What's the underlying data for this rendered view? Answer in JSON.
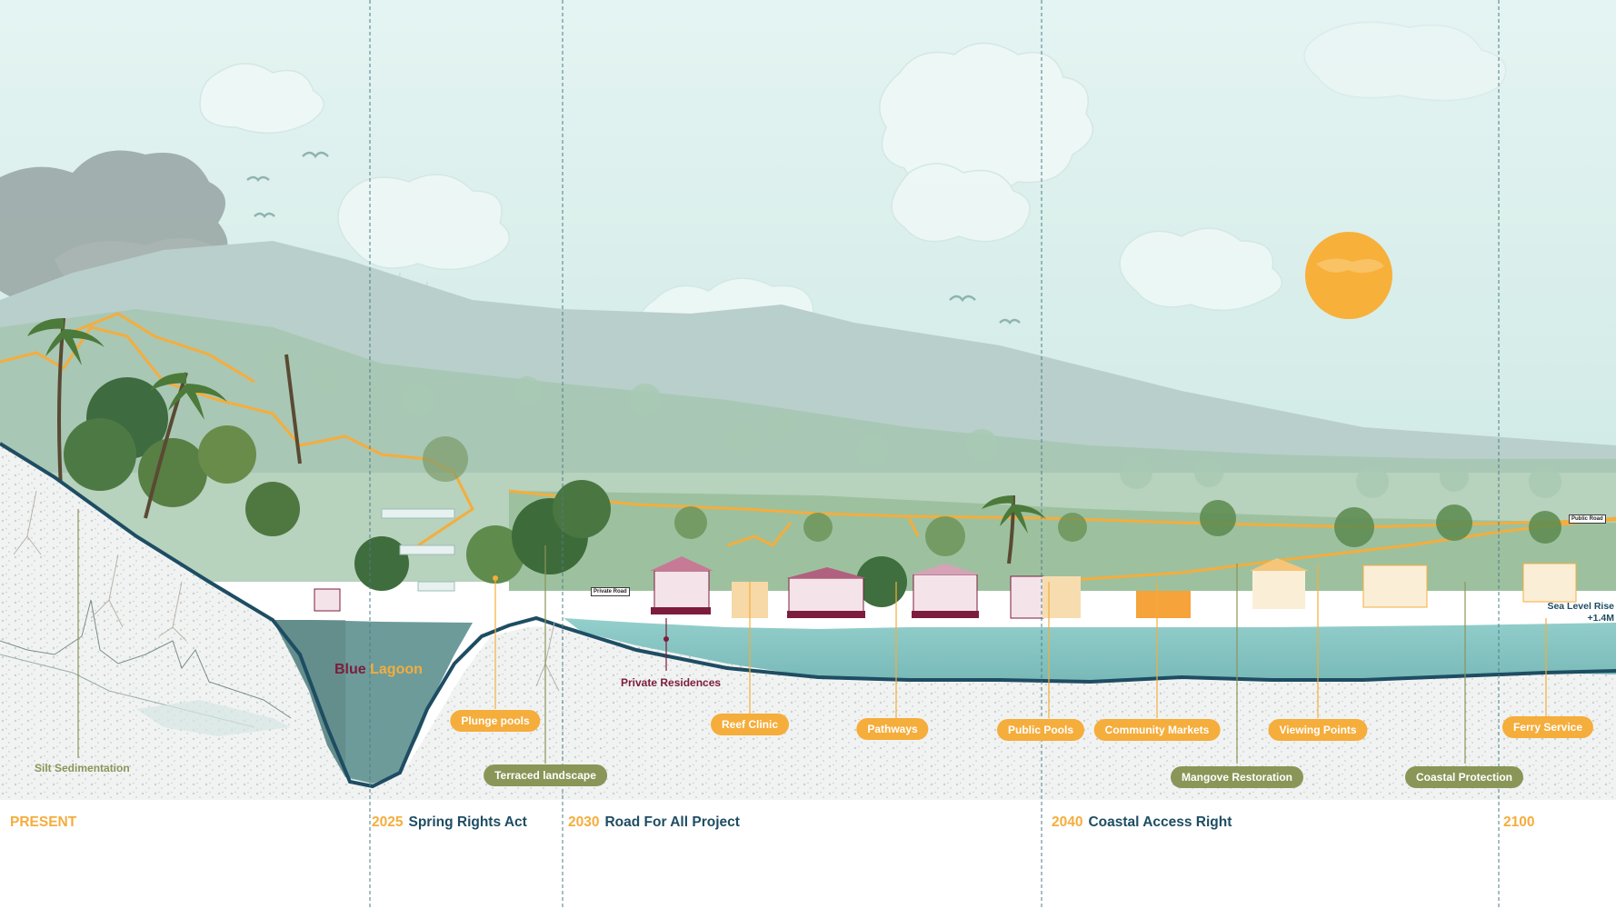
{
  "colors": {
    "orange": "#f5ad3c",
    "navy": "#1e4d63",
    "olive": "#8a9558",
    "maroon": "#7d1c3c",
    "water": "#8ccac8",
    "sky": "#e3f3f1"
  },
  "lagoon": {
    "word1": "Blue",
    "word2": "Lagoon"
  },
  "signs": {
    "private_road": "Private Road",
    "public_road": "Public Road"
  },
  "labels": {
    "silt": "Silt Sedimentation",
    "plunge": "Plunge pools",
    "terraced": "Terraced landscape",
    "private_residences": "Private Residences",
    "reef": "Reef Clinic",
    "pathways": "Pathways",
    "public_pools": "Public Pools",
    "markets": "Community Markets",
    "mangrove": "Mangove Restoration",
    "viewing": "Viewing Points",
    "coastal": "Coastal Protection",
    "ferry": "Ferry Service",
    "sea_level_line1": "Sea Level Rise",
    "sea_level_line2": "+1.4M"
  },
  "timeline": [
    {
      "year": "PRESENT",
      "event": ""
    },
    {
      "year": "2025",
      "event": "Spring Rights Act"
    },
    {
      "year": "2030",
      "event": "Road For All Project"
    },
    {
      "year": "2040",
      "event": "Coastal Access Right"
    },
    {
      "year": "2100",
      "event": ""
    }
  ]
}
